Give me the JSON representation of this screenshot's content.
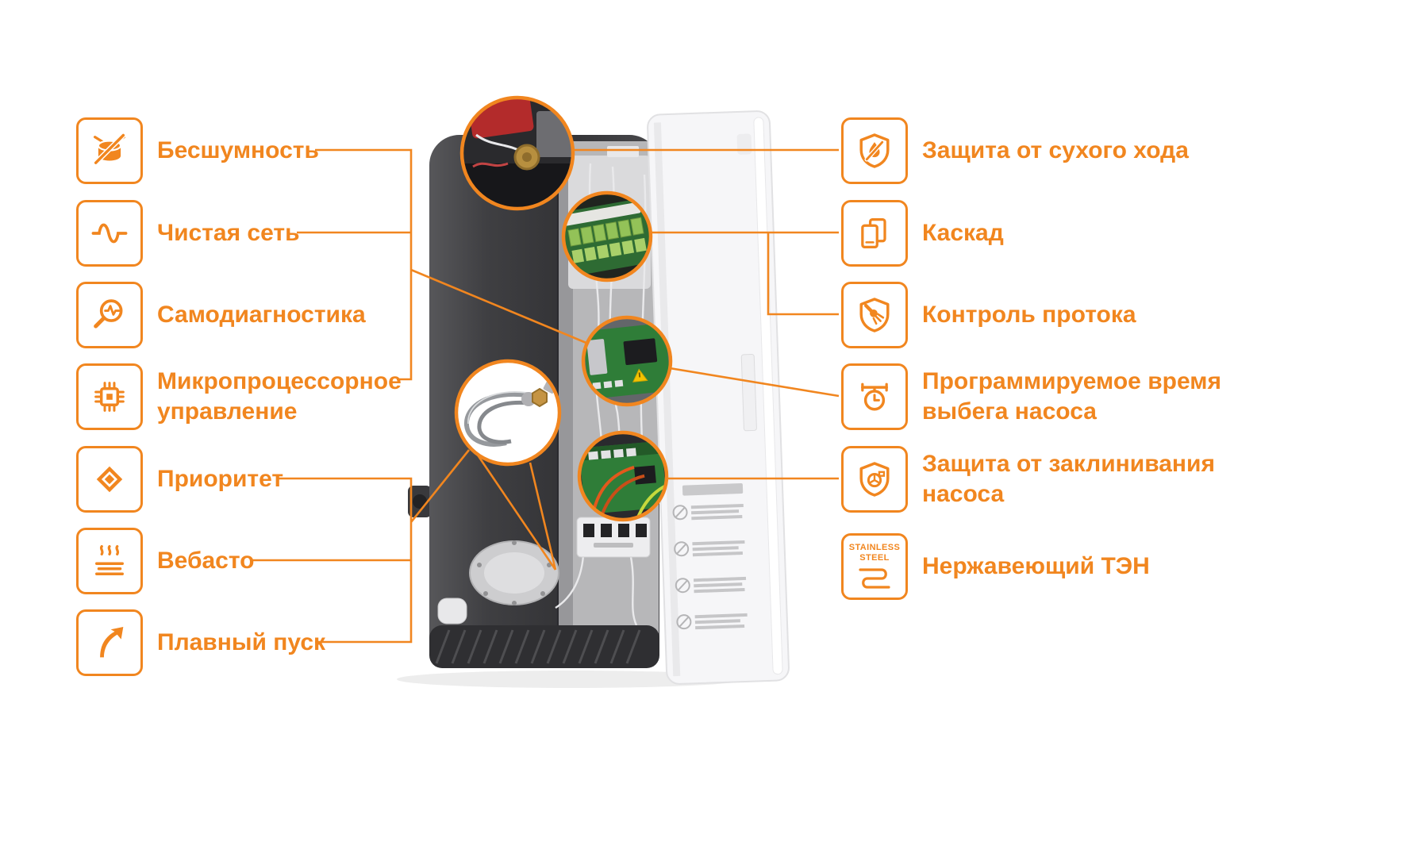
{
  "colors": {
    "accent": "#f1861f",
    "label_text": "#f1861f"
  },
  "left_features": [
    {
      "label": "Бесшумность",
      "icon": "no-noise-drum-icon"
    },
    {
      "label": "Чистая сеть",
      "icon": "sine-wave-icon"
    },
    {
      "label": "Самодиагностика",
      "icon": "diagnostics-magnifier-icon"
    },
    {
      "label": "Микропроцессорное\nуправление",
      "icon": "microchip-icon"
    },
    {
      "label": "Приоритет",
      "icon": "priority-diamond-icon"
    },
    {
      "label": "Вебасто",
      "icon": "webasto-heat-icon"
    },
    {
      "label": "Плавный пуск",
      "icon": "soft-start-arrow-icon"
    }
  ],
  "right_features": [
    {
      "label": "Защита от сухого хода",
      "icon": "dry-run-shield-icon"
    },
    {
      "label": "Каскад",
      "icon": "cascade-icon"
    },
    {
      "label": "Контроль протока",
      "icon": "flow-control-shield-icon"
    },
    {
      "label": "Программируемое время\nвыбега насоса",
      "icon": "pump-timer-icon"
    },
    {
      "label": "Защита от заклинивания\nнасоса",
      "icon": "pump-protection-shield-icon"
    },
    {
      "label": "Нержавеющий ТЭН",
      "icon": "stainless-steel-ten-icon",
      "icon_text_line1": "STAINLESS",
      "icon_text_line2": "STEEL"
    }
  ]
}
